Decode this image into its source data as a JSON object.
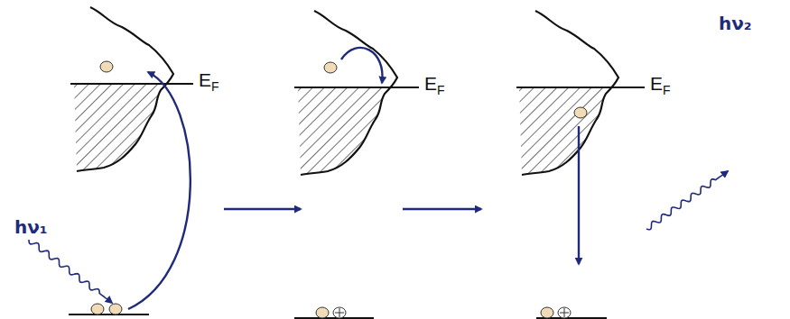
{
  "diagram": {
    "labels": [
      "EF",
      "EF",
      "EF",
      "hν₁",
      "hν₂"
    ]
  }
}
